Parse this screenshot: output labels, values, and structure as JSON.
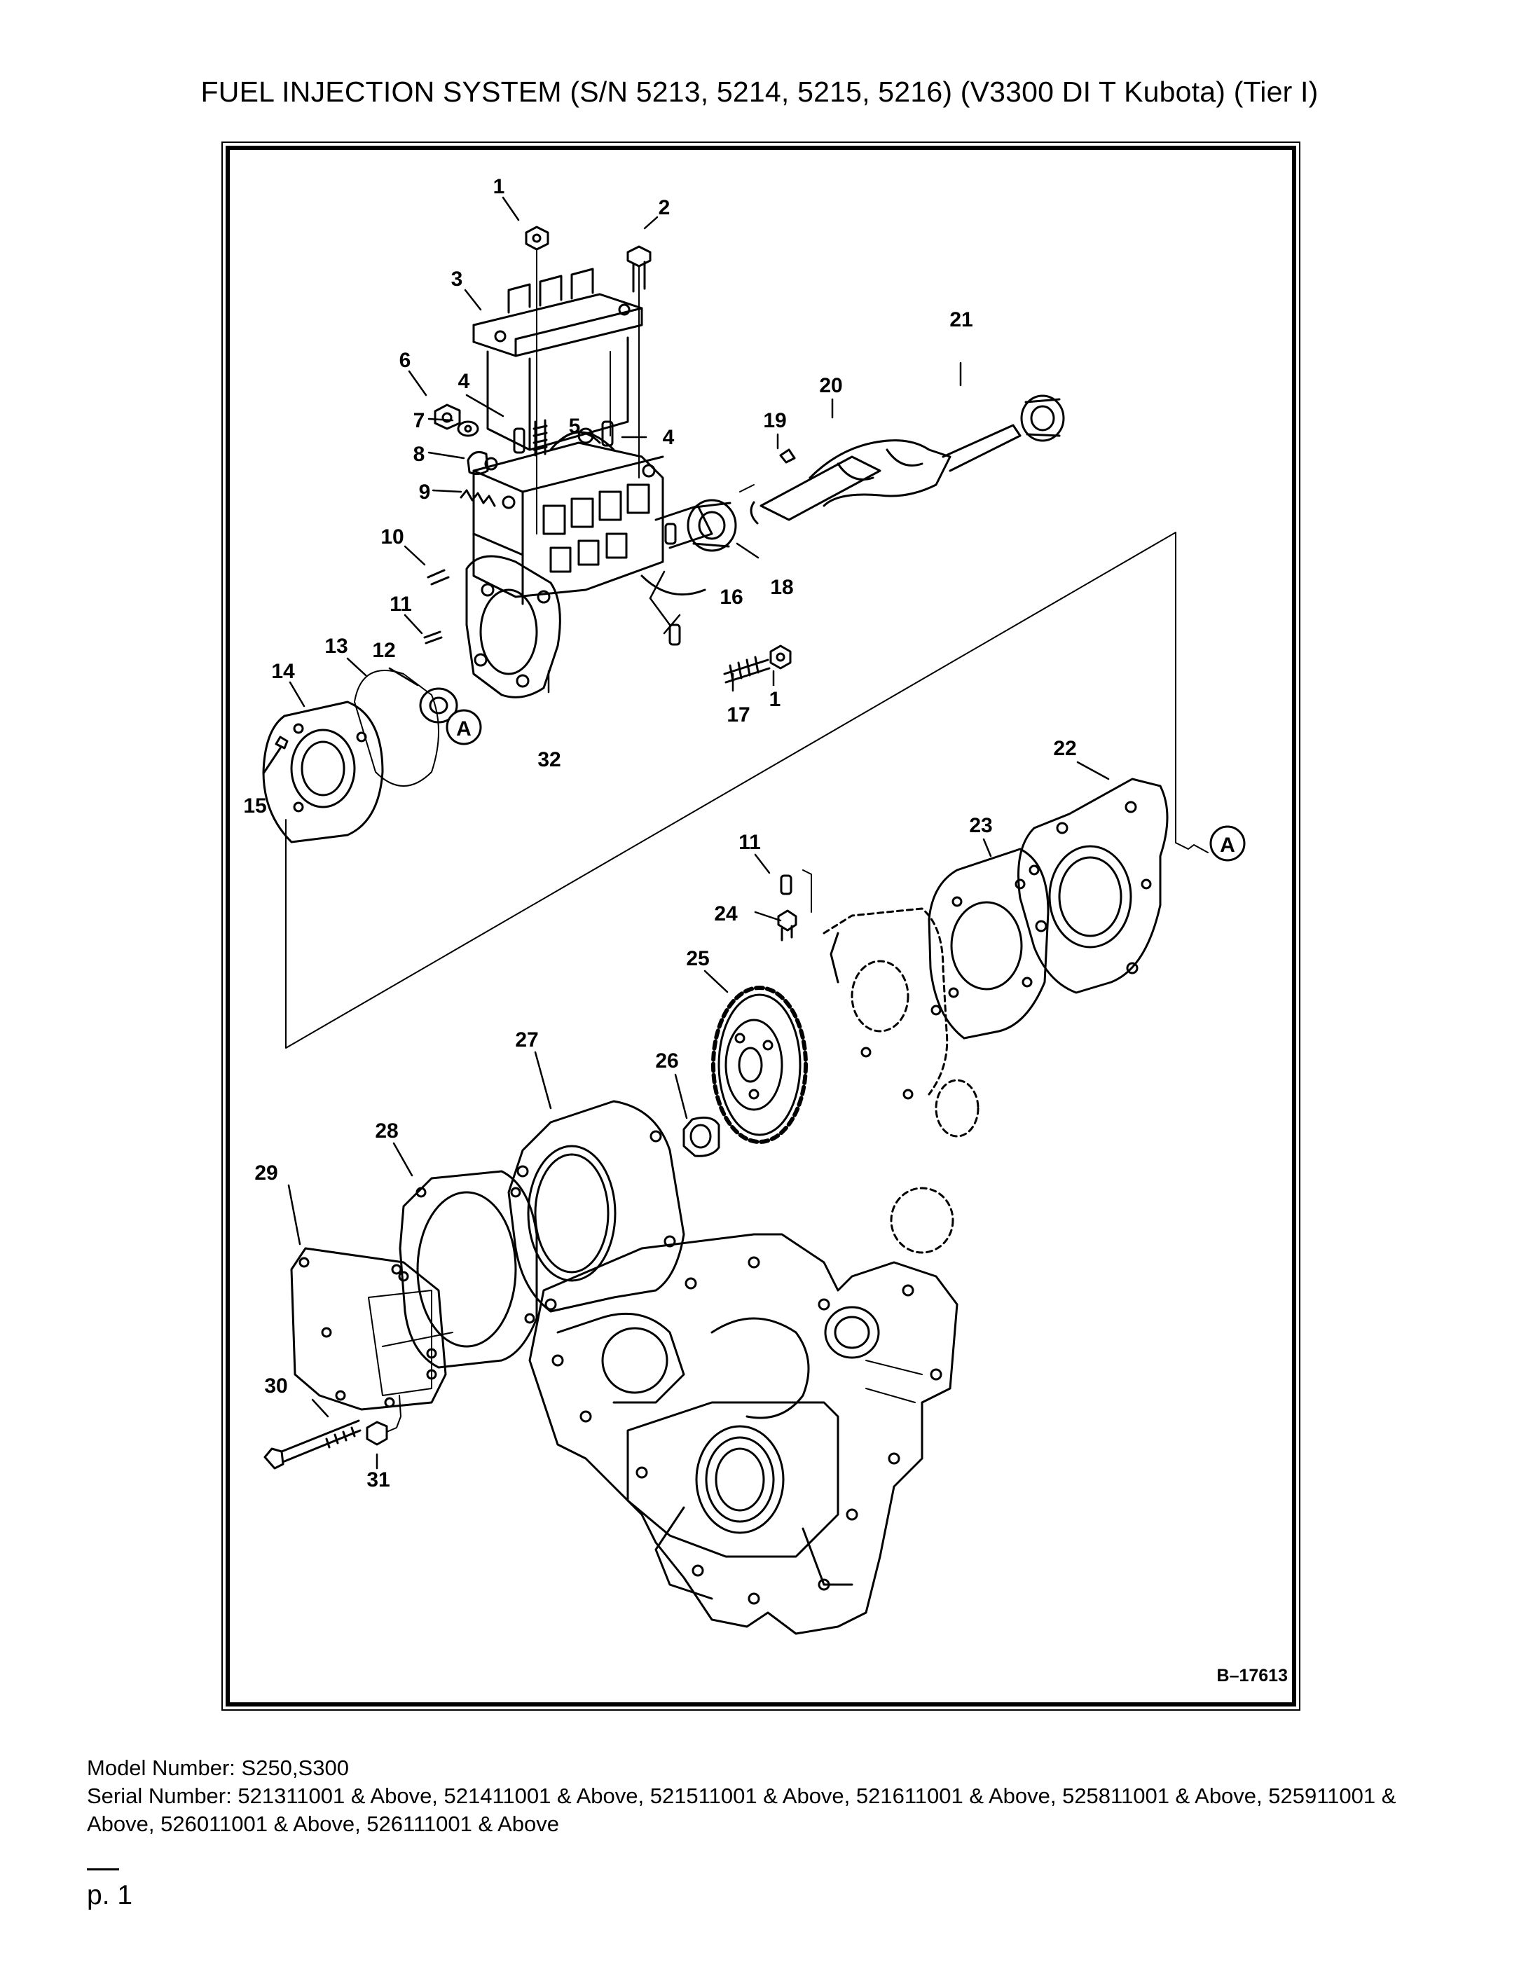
{
  "title": "FUEL INJECTION SYSTEM (S/N 5213, 5214, 5215, 5216) (V3300 DI T Kubota) (Tier I)",
  "diagram": {
    "ref_code": "B–17613",
    "section_marker": "A",
    "callouts": [
      {
        "id": "c1a",
        "label": "1"
      },
      {
        "id": "c2",
        "label": "2"
      },
      {
        "id": "c3",
        "label": "3"
      },
      {
        "id": "c4a",
        "label": "4"
      },
      {
        "id": "c4b",
        "label": "4"
      },
      {
        "id": "c5",
        "label": "5"
      },
      {
        "id": "c6",
        "label": "6"
      },
      {
        "id": "c7",
        "label": "7"
      },
      {
        "id": "c8",
        "label": "8"
      },
      {
        "id": "c9",
        "label": "9"
      },
      {
        "id": "c10",
        "label": "10"
      },
      {
        "id": "c11a",
        "label": "11"
      },
      {
        "id": "c12",
        "label": "12"
      },
      {
        "id": "c13",
        "label": "13"
      },
      {
        "id": "c14",
        "label": "14"
      },
      {
        "id": "c15",
        "label": "15"
      },
      {
        "id": "c16",
        "label": "16"
      },
      {
        "id": "c17",
        "label": "17"
      },
      {
        "id": "c1b",
        "label": "1"
      },
      {
        "id": "c18",
        "label": "18"
      },
      {
        "id": "c19",
        "label": "19"
      },
      {
        "id": "c20",
        "label": "20"
      },
      {
        "id": "c21",
        "label": "21"
      },
      {
        "id": "c32",
        "label": "32"
      },
      {
        "id": "c22",
        "label": "22"
      },
      {
        "id": "c23",
        "label": "23"
      },
      {
        "id": "c11b",
        "label": "11"
      },
      {
        "id": "c24",
        "label": "24"
      },
      {
        "id": "c25",
        "label": "25"
      },
      {
        "id": "c26",
        "label": "26"
      },
      {
        "id": "c27",
        "label": "27"
      },
      {
        "id": "c28",
        "label": "28"
      },
      {
        "id": "c29",
        "label": "29"
      },
      {
        "id": "c30",
        "label": "30"
      },
      {
        "id": "c31",
        "label": "31"
      }
    ]
  },
  "model_line": "Model Number: S250,S300",
  "serial_line": "Serial Number: 521311001 & Above, 521411001 & Above, 521511001 & Above, 521611001 & Above, 525811001 & Above, 525911001 & Above, 526011001 & Above, 526111001 & Above",
  "page_label": "p. 1"
}
